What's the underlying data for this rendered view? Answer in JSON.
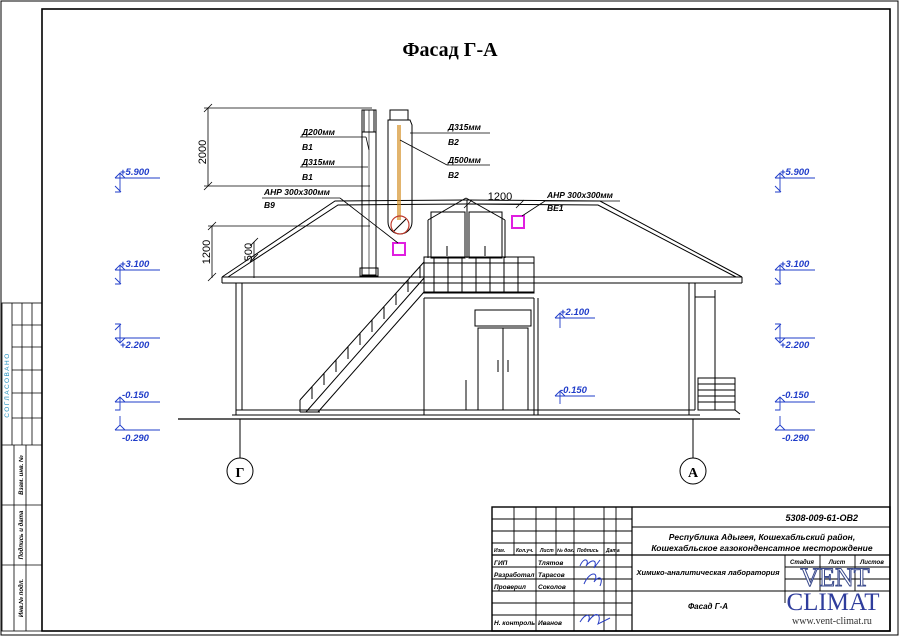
{
  "drawing": {
    "title": "Фасад Г-А",
    "elevations_left": [
      "+5.900",
      "+3.100",
      "+2.200",
      "-0.150",
      "-0.290"
    ],
    "elevations_right": [
      "+5.900",
      "+3.100",
      "+2.200",
      "-0.150",
      "-0.290"
    ],
    "elevations_inner": [
      "+2.100",
      "-0.150"
    ],
    "dimensions": {
      "d2000": "2000",
      "d1200_left": "1200",
      "d500": "500",
      "d1200_top": "1200"
    },
    "pipe_labels": {
      "d200": "Д200мм",
      "b1_a": "В1",
      "d315_left": "Д315мм",
      "b1_b": "В1",
      "d315_right": "Д315мм",
      "b2_a": "В2",
      "d500": "Д500мм",
      "b2_b": "В2",
      "anr_left": "АНР 300х300мм",
      "b9": "В9",
      "anr_right": "АНР 300х300мм",
      "be1": "ВЕ1"
    },
    "axes": [
      "Г",
      "А"
    ]
  },
  "side_stamp": {
    "vertical_text": "СОГЛАСОВАНО",
    "labels": [
      "Взам. инв. №",
      "Подпись и дата",
      "Инв.№ подл."
    ]
  },
  "title_block": {
    "code": "5308-009-61-ОВ2",
    "project_line1": "Республика Адыгея, Кошехабльский район,",
    "project_line2": "Кошехабльское газоконденсатное месторождение",
    "header_cols": [
      "Изм.",
      "Кол.уч.",
      "Лист",
      "№ док.",
      "Подпись",
      "Дата"
    ],
    "roles": [
      "ГИП",
      "Разработал",
      "Проверил",
      "Н. контроль"
    ],
    "names": [
      "Тлятов",
      "Тарасов",
      "Соколов",
      "Иванов"
    ],
    "object_name": "Химико-аналитическая лаборатория",
    "sheet_name": "Фасад Г-А",
    "stage_cols": [
      "Стадия",
      "Лист",
      "Листов"
    ]
  },
  "watermark": {
    "line1": "VENT",
    "line2": "CLIMAT",
    "url": "www.vent-climat.ru"
  }
}
